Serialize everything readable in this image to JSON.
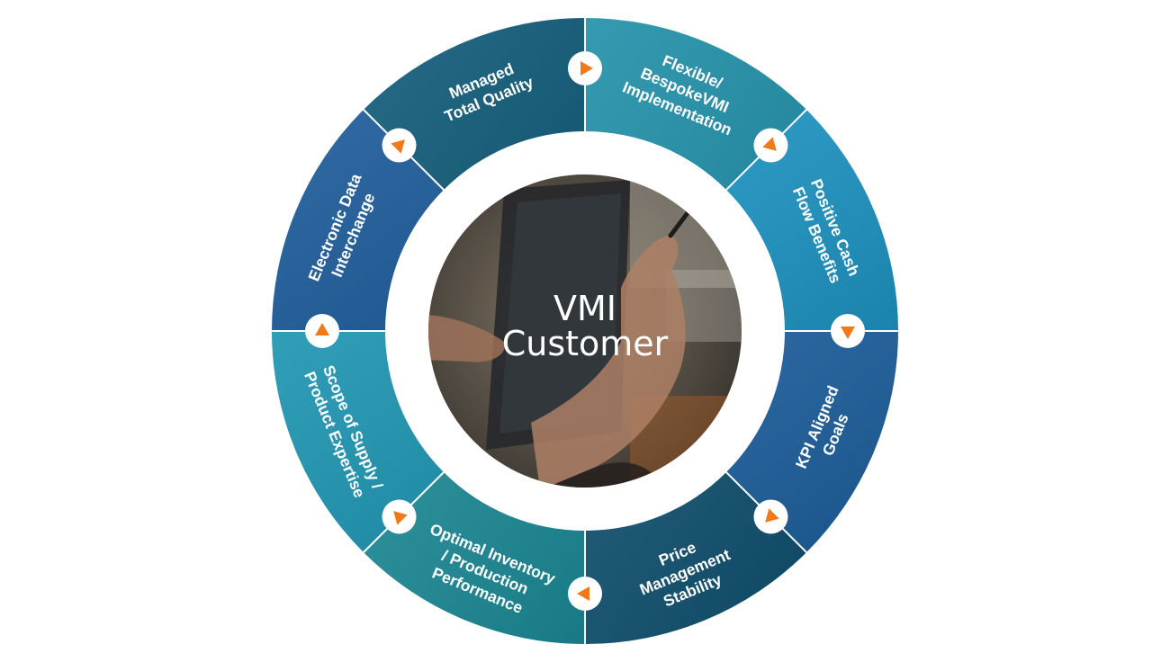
{
  "center": {
    "lines": [
      "VMI",
      "Customer"
    ]
  },
  "segments": [
    {
      "id": "flexible",
      "lines": [
        "Flexible/",
        "BespokeVMI",
        "Implementation"
      ]
    },
    {
      "id": "cash-flow",
      "lines": [
        "Positive Cash",
        "Flow Benefits"
      ]
    },
    {
      "id": "kpi",
      "lines": [
        "KPI Aligned",
        "Goals"
      ]
    },
    {
      "id": "price",
      "lines": [
        "Price",
        "Management",
        "Stability"
      ]
    },
    {
      "id": "inventory",
      "lines": [
        "Optimal Inventory",
        "/ Production",
        "Performance"
      ]
    },
    {
      "id": "supply",
      "lines": [
        "Scope of Supply /",
        "Product Expertise"
      ]
    },
    {
      "id": "edi",
      "lines": [
        "Electronic Data",
        "Interchange"
      ]
    },
    {
      "id": "quality",
      "lines": [
        "Managed",
        "Total Quality"
      ]
    }
  ],
  "colors": {
    "segments": [
      "#1f8fa8",
      "#1d95c4",
      "#1b5e9c",
      "#0e4f6e",
      "#1b8a96",
      "#1a93b0",
      "#1b5a9a",
      "#0f5a78"
    ],
    "arrow": "#f07a1a",
    "divider": "#ffffff"
  }
}
